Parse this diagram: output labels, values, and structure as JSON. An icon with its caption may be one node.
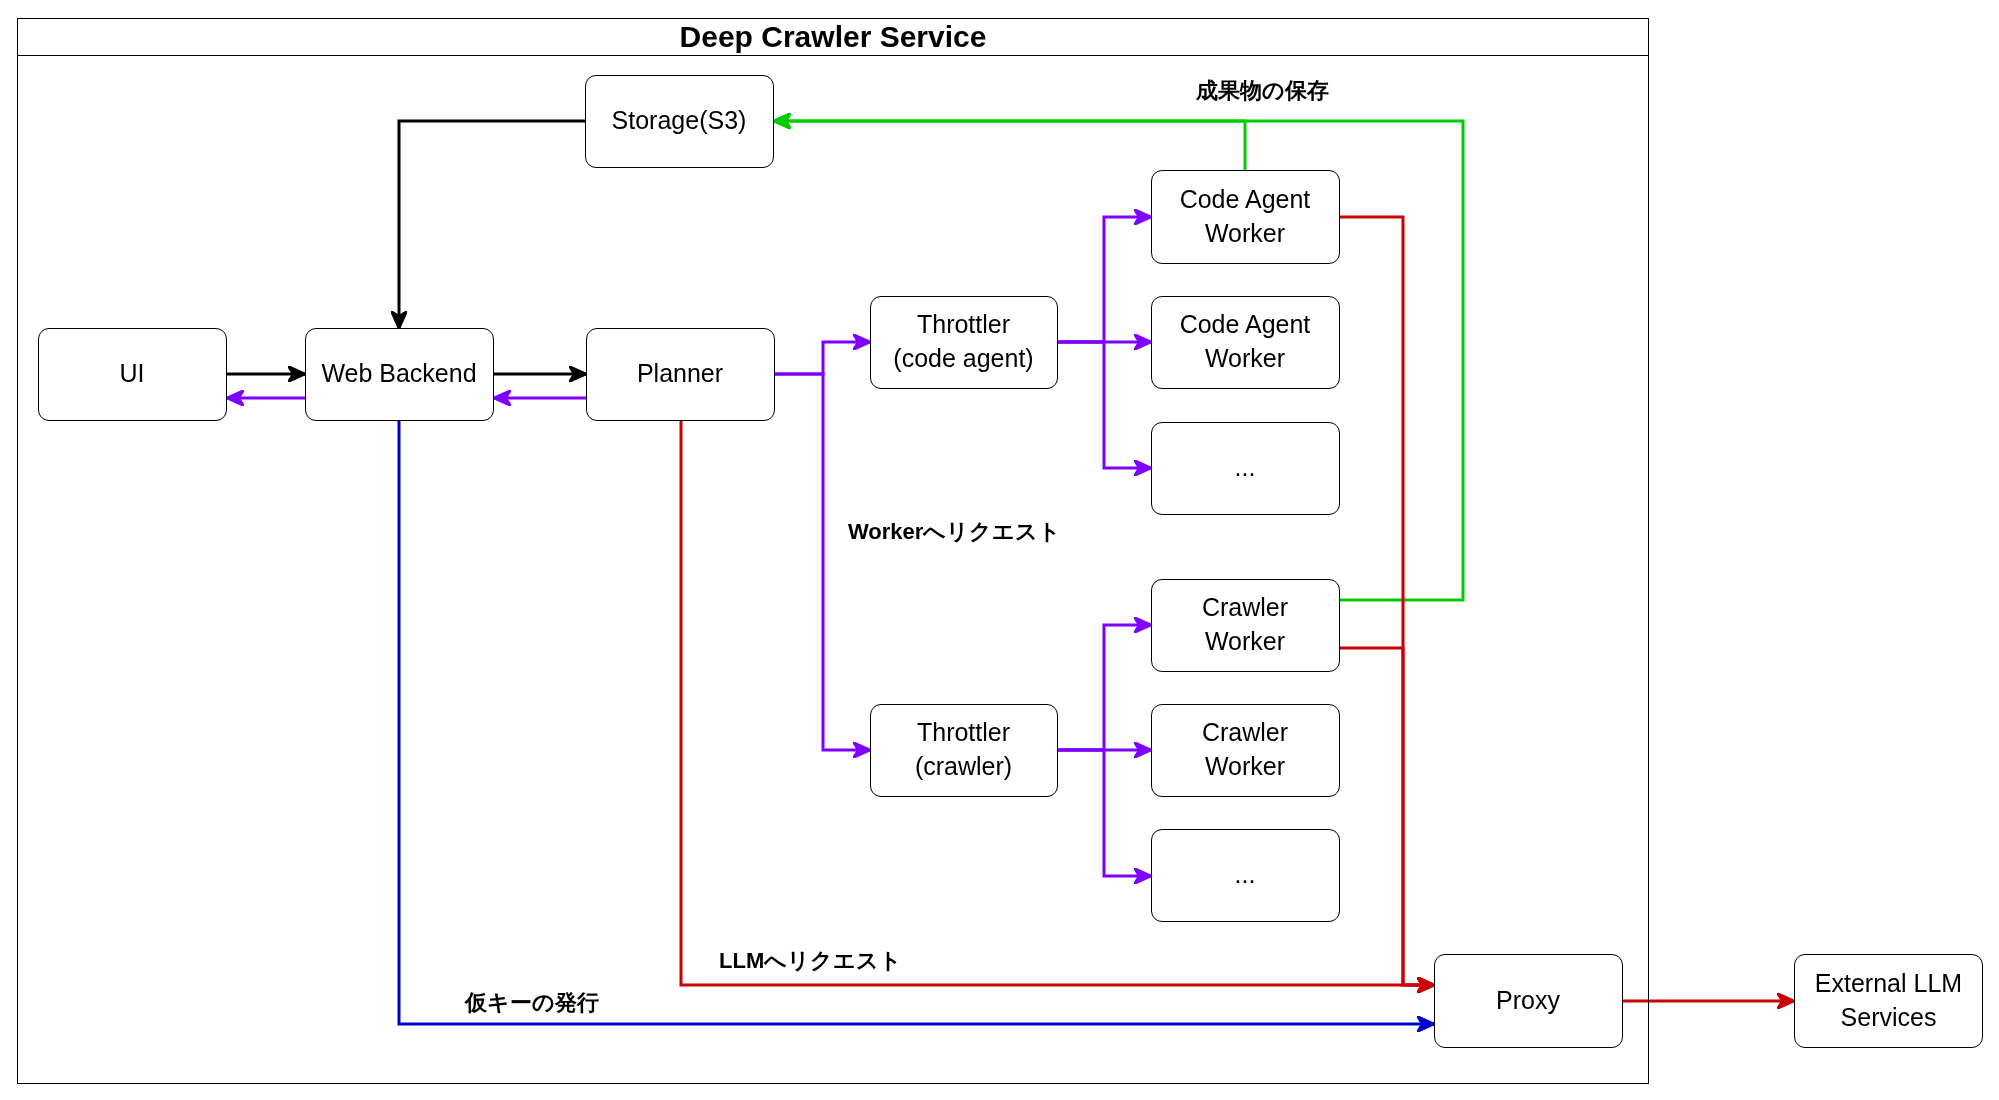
{
  "diagram": {
    "nodes": [
      {
        "text": [
          "Deep Crawler Service"
        ]
      },
      {
        "text": [
          "Storage(S3)"
        ],
        "in": 0
      },
      {
        "text": [
          "UI"
        ],
        "in": 0
      },
      {
        "text": [
          "Web Backend"
        ],
        "in": 0
      },
      {
        "text": [
          "Planner"
        ],
        "in": 0
      },
      {
        "text": [
          "Throttler (code agent)"
        ],
        "in": 0
      },
      {
        "text": [
          "Code Agent Worker"
        ],
        "in": 0
      },
      {
        "text": [
          "Code Agent Worker"
        ],
        "in": 0
      },
      {
        "text": [
          "..."
        ],
        "in": 0
      },
      {
        "text": [
          "Crawler Worker"
        ],
        "in": 0
      },
      {
        "text": [
          "Throttler (crawler)"
        ],
        "in": 0
      },
      {
        "text": [
          "Crawler Worker"
        ],
        "in": 0
      },
      {
        "text": [
          "..."
        ],
        "in": 0
      },
      {
        "text": [
          "Proxy"
        ],
        "in": 0
      },
      {
        "text": [
          "External LLM Services"
        ]
      }
    ],
    "edges": [
      {
        "from": 1,
        "to": 3,
        "arrow": "to",
        "color": "#000000"
      },
      {
        "from": 2,
        "to": 3,
        "arrow": "to",
        "color": "#000000"
      },
      {
        "from": 3,
        "to": 2,
        "arrow": "to"
      },
      {
        "from": 3,
        "to": 4,
        "arrow": "to",
        "color": "#000000"
      },
      {
        "from": 4,
        "to": 3,
        "arrow": "to"
      },
      {
        "from": 4,
        "to": 5,
        "arrow": "to"
      },
      {
        "from": 4,
        "to": 10,
        "arrow": "to",
        "label": "Workerへリクエスト"
      },
      {
        "from": 5,
        "to": 6,
        "arrow": "to"
      },
      {
        "from": 5,
        "to": 7,
        "arrow": "to"
      },
      {
        "from": 5,
        "to": 8,
        "arrow": "to"
      },
      {
        "from": 10,
        "to": 9,
        "arrow": "to"
      },
      {
        "from": 10,
        "to": 11,
        "arrow": "to"
      },
      {
        "from": 10,
        "to": 12,
        "arrow": "to"
      },
      {
        "from": 6,
        "to": 1,
        "arrow": "to",
        "color": "#00cc00",
        "label": "成果物の保存"
      },
      {
        "from": 9,
        "to": 1,
        "arrow": "to",
        "color": "#00cc00"
      },
      {
        "from": 6,
        "to": 13,
        "arrow": "to",
        "color": "#cc0000"
      },
      {
        "from": 9,
        "to": 13,
        "arrow": "to",
        "color": "#cc0000"
      },
      {
        "from": 4,
        "to": 13,
        "arrow": "to",
        "color": "#cc0000",
        "label": "LLMへリクエスト"
      },
      {
        "from": 3,
        "to": 13,
        "arrow": "to",
        "color": "#0000cc",
        "label": "仮キーの発行"
      },
      {
        "from": 13,
        "to": 14,
        "arrow": "to",
        "color": "#cc0000"
      }
    ]
  }
}
